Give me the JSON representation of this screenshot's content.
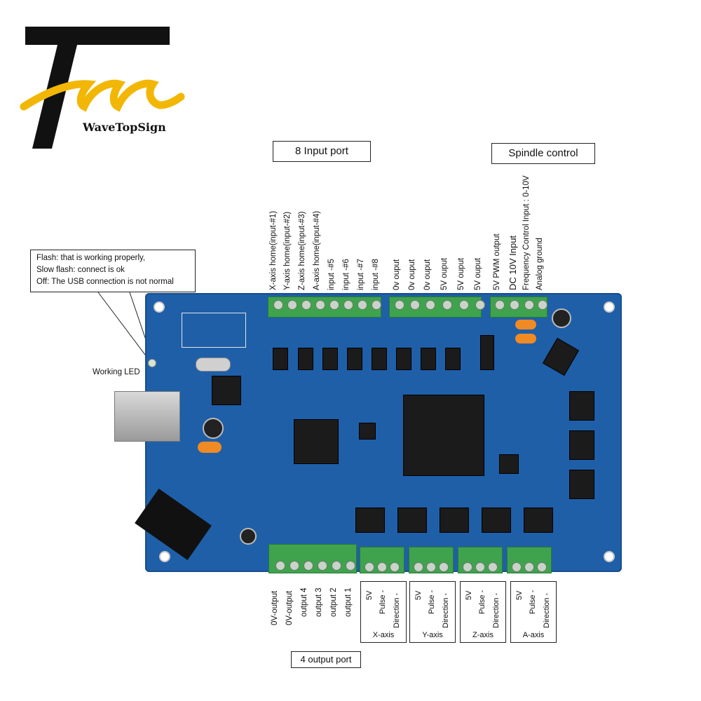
{
  "brand": {
    "name": "WaveTopSign"
  },
  "headers": {
    "input_port": "8  Input port",
    "spindle_control": "Spindle control",
    "output_port": "4 output port"
  },
  "led_note": {
    "line1": "Flash: that is working properly,",
    "line2": "Slow flash: connect is ok",
    "line3": "Off: The USB connection is not normal",
    "led_label": "Working LED"
  },
  "input_labels": [
    "X-axis home(input-#1)",
    "Y-axis home(input-#2)",
    "Z-axis home(input-#3)",
    "A-axis home(input-#4)",
    "input -#5",
    "input -#6",
    "input -#7",
    "input -#8",
    "0v ouput",
    "0v ouput",
    "0v ouput",
    "5V ouput",
    "5V ouput",
    "5V ouput"
  ],
  "spindle_labels": [
    "5V PWM output",
    "DC 10V Input",
    "Frequency Control Input : 0-10V",
    "Analog ground"
  ],
  "output_labels": [
    "0V-output",
    "0V-output",
    "output 4",
    "output 3",
    "output 2",
    "output 1"
  ],
  "axis_pin_labels": [
    "5V",
    "Pulse -",
    "Direction -"
  ],
  "axes": [
    "X-axis",
    "Y-axis",
    "Z-axis",
    "A-axis"
  ],
  "colors": {
    "pcb": "#1f5fa8",
    "terminal": "#3fa34d",
    "logo_yellow": "#f2b705"
  }
}
